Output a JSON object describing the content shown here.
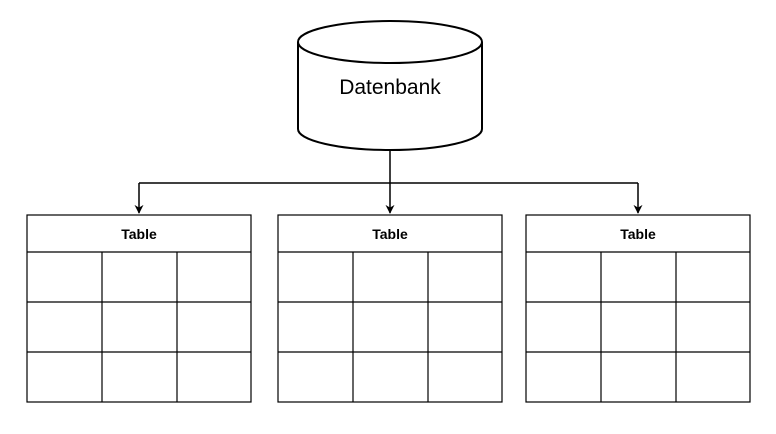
{
  "database": {
    "label": "Datenbank"
  },
  "tables": [
    {
      "title": "Table",
      "rows": 3,
      "columns": 3
    },
    {
      "title": "Table",
      "rows": 3,
      "columns": 3
    },
    {
      "title": "Table",
      "rows": 3,
      "columns": 3
    }
  ],
  "colors": {
    "stroke": "#000000",
    "fill": "#ffffff",
    "text": "#000000"
  }
}
